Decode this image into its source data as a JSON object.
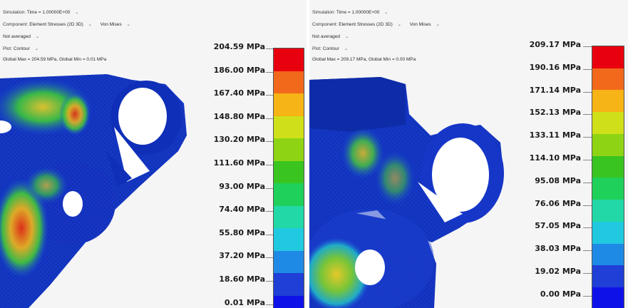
{
  "left": {
    "header": {
      "simulation_label": "Simulation:",
      "simulation_value": "Time = 1.00000E+00",
      "component_label": "Component:",
      "component_value": "Element Stresses (2D 3D)",
      "component_sub": "Von Mises",
      "averaging": "Not averaged",
      "plot_label": "Plot:",
      "plot_value": "Contour",
      "global_info": "Global Max = 204.59 MPa, Global Min = 0.01 MPa"
    },
    "legend": {
      "labels": [
        "204.59 MPa",
        "186.00 MPa",
        "167.40 MPa",
        "148.80 MPa",
        "130.20 MPa",
        "111.60 MPa",
        "93.00 MPa",
        "74.40 MPa",
        "55.80 MPa",
        "37.20 MPa",
        "18.60 MPa",
        "0.01 MPa"
      ]
    }
  },
  "right": {
    "header": {
      "simulation_label": "Simulation:",
      "simulation_value": "Time = 1.00000E+00",
      "component_label": "Component:",
      "component_value": "Element Stresses (2D 3D)",
      "component_sub": "Von Mises",
      "averaging": "Not averaged",
      "plot_label": "Plot:",
      "plot_value": "Contour",
      "global_info": "Global Max = 209.17 MPa, Global Min = 0.00 MPa"
    },
    "legend": {
      "labels": [
        "209.17 MPa",
        "190.16 MPa",
        "171.14 MPa",
        "152.13 MPa",
        "133.11 MPa",
        "114.10 MPa",
        "95.08 MPa",
        "76.06 MPa",
        "57.05 MPa",
        "38.03 MPa",
        "19.02 MPa",
        "0.00 MPa"
      ]
    }
  },
  "legend_colors": [
    "#e8000f",
    "#f2691b",
    "#f7b416",
    "#cfe01a",
    "#8ed415",
    "#39c41f",
    "#1fd05a",
    "#22d8a6",
    "#21c9e0",
    "#1f8ae6",
    "#1f3fd6",
    "#0f12e8"
  ]
}
